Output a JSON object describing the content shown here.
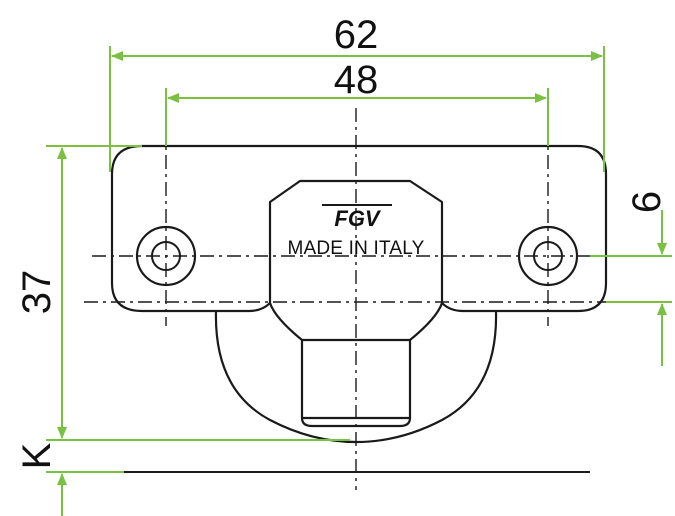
{
  "colors": {
    "dimension": "#7ac143",
    "outline": "#1a1a1a",
    "centerline": "#1a1a1a",
    "background": "#ffffff"
  },
  "dimensions": {
    "overall_width": "62",
    "hole_spacing": "48",
    "overall_height": "37",
    "hole_offset": "6",
    "clearance": "K"
  },
  "part": {
    "logo": "FGV",
    "marking": "MADE IN ITALY"
  },
  "icons": {
    "left_hole": "screw-hole-icon",
    "right_hole": "screw-hole-icon",
    "arrowheads": "dimension-arrow-icon"
  }
}
